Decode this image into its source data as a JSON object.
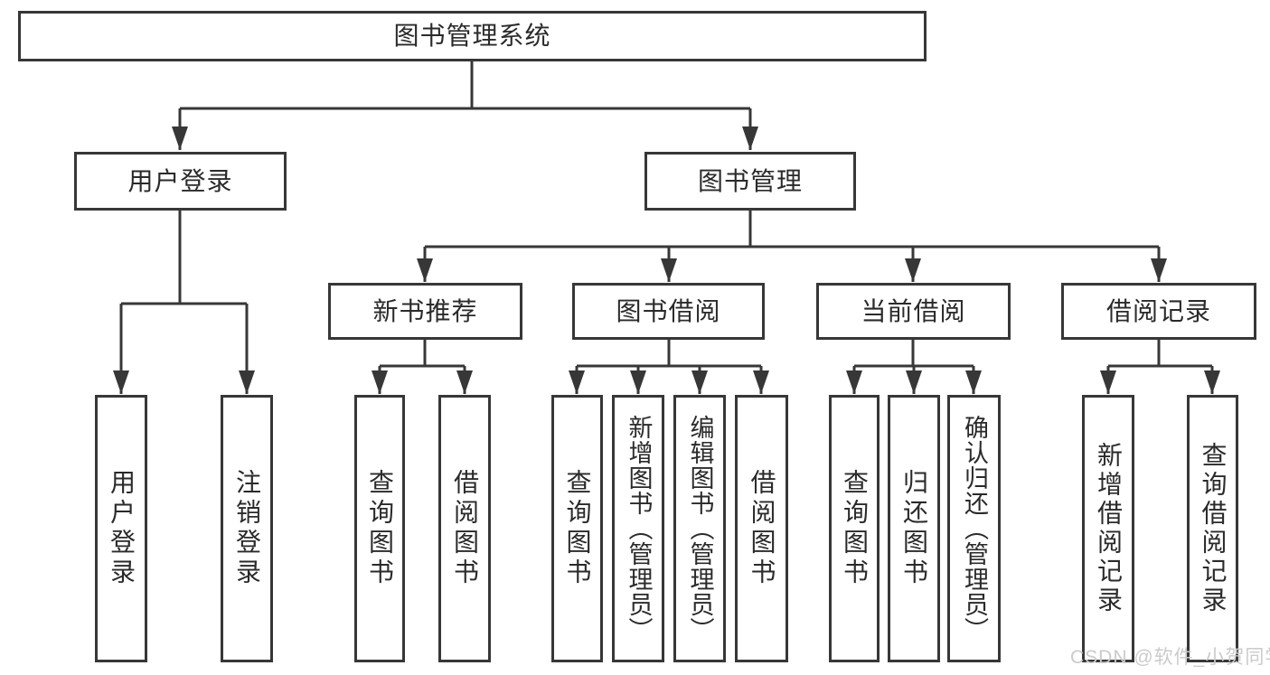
{
  "diagram": {
    "root": {
      "label": "图书管理系统",
      "children": [
        {
          "label": "用户登录",
          "children": [
            {
              "label": "用户登录"
            },
            {
              "label": "注销登录"
            }
          ]
        },
        {
          "label": "图书管理",
          "children": [
            {
              "label": "新书推荐",
              "children": [
                {
                  "label": "查询图书"
                },
                {
                  "label": "借阅图书"
                }
              ]
            },
            {
              "label": "图书借阅",
              "children": [
                {
                  "label": "查询图书"
                },
                {
                  "label": "新增图书（管理员）"
                },
                {
                  "label": "编辑图书（管理员）"
                },
                {
                  "label": "借阅图书"
                }
              ]
            },
            {
              "label": "当前借阅",
              "children": [
                {
                  "label": "查询图书"
                },
                {
                  "label": "归还图书"
                },
                {
                  "label": "确认归还（管理员）"
                }
              ]
            },
            {
              "label": "借阅记录",
              "children": [
                {
                  "label": "新增借阅记录"
                },
                {
                  "label": "查询借阅记录"
                }
              ]
            }
          ]
        }
      ]
    }
  },
  "watermark": {
    "text": "CSDN @软件_小贺同学",
    "color": "#cbcbcb"
  },
  "colors": {
    "line": "#373737",
    "text": "#2a2a2a",
    "box_background": "#ffffff",
    "page_background": "#ffffff"
  }
}
